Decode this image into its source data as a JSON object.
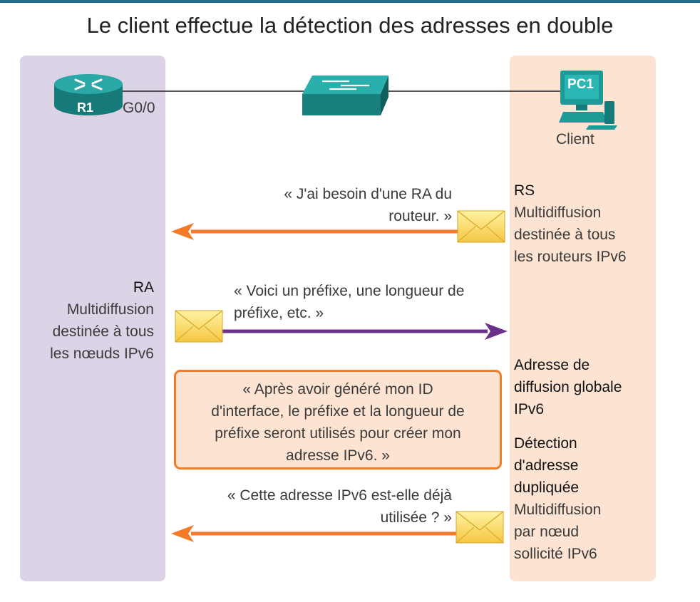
{
  "title": "Le client effectue la détection des adresses en double",
  "devices": {
    "router_name": "R1",
    "router_port": "G0/0",
    "pc_name": "PC1",
    "pc_caption": "Client"
  },
  "messages": {
    "rs_quote_1": "« J'ai besoin d'une RA du",
    "rs_quote_2": "routeur. »",
    "rs_title": "RS",
    "rs_desc_1": "Multidiffusion",
    "rs_desc_2": "destinée à tous",
    "rs_desc_3": "les routeurs IPv6",
    "ra_quote_1": "« Voici un préfixe, une longueur de",
    "ra_quote_2": "préfixe, etc. »",
    "ra_title": "RA",
    "ra_desc_1": "Multidiffusion",
    "ra_desc_2": "destinée à tous",
    "ra_desc_3": "les nœuds IPv6",
    "callout_1": "« Après avoir généré mon ID",
    "callout_2": "d'interface, le préfixe et la longueur de",
    "callout_3": "préfixe seront utilisés pour créer mon",
    "callout_4": "adresse IPv6. »",
    "global_1": "Adresse de",
    "global_2": "diffusion globale",
    "global_3": "IPv6",
    "dad_1": "Détection",
    "dad_2": "d'adresse",
    "dad_3": "dupliquée",
    "dad_desc_1": "Multidiffusion",
    "dad_desc_2": "par nœud",
    "dad_desc_3": "sollicité IPv6",
    "dad_quote_1": "« Cette adresse IPv6 est-elle déjà",
    "dad_quote_2": "utilisée ? »"
  },
  "colors": {
    "orange_arrow": "#f47a28",
    "purple_arrow": "#6b2f8c",
    "left_panel": "#ddd3e6",
    "right_panel": "#fde4d2",
    "device_teal": "#1e9a97"
  }
}
